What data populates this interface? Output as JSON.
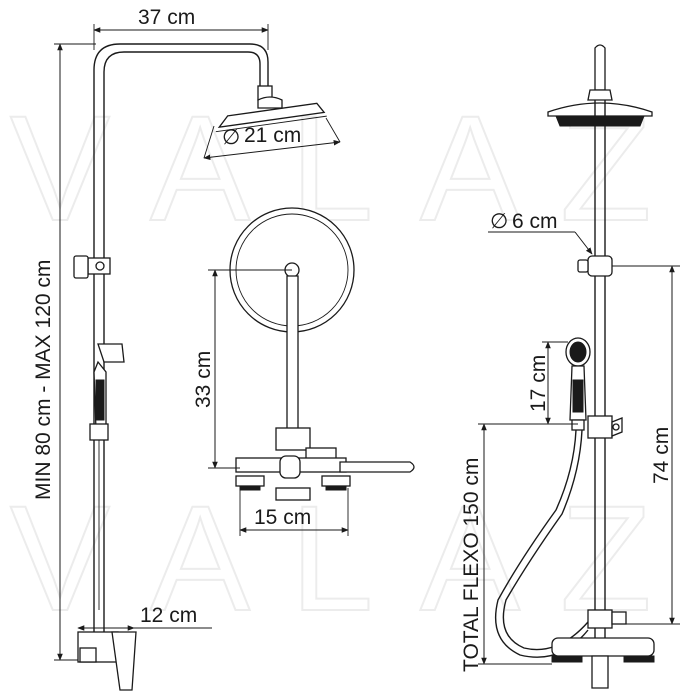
{
  "watermark": {
    "letters": [
      "V",
      "A",
      "L",
      "A",
      "Z"
    ]
  },
  "dimensions": {
    "top_width": "37 cm",
    "head_diameter": "21 cm",
    "height_range": "MIN 80 cm - MAX 120 cm",
    "wall_offset": "12 cm",
    "arm_height": "33 cm",
    "mixer_spacing": "15 cm",
    "pipe_diameter": "6 cm",
    "handset_length": "17 cm",
    "column_height": "74 cm",
    "hose_length": "TOTAL FLEXO 150 cm"
  },
  "symbols": {
    "diameter": "∅"
  }
}
